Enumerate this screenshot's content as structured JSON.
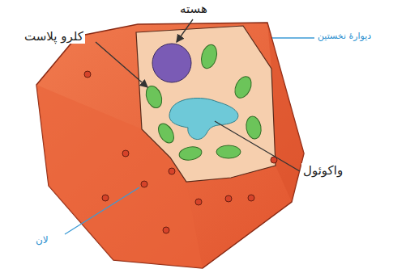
{
  "diagram": {
    "labels": [
      "هسته",
      "کلرو پلاست",
      "دیوارهٔ نخستین",
      "واکوئول",
      "لان"
    ]
  }
}
